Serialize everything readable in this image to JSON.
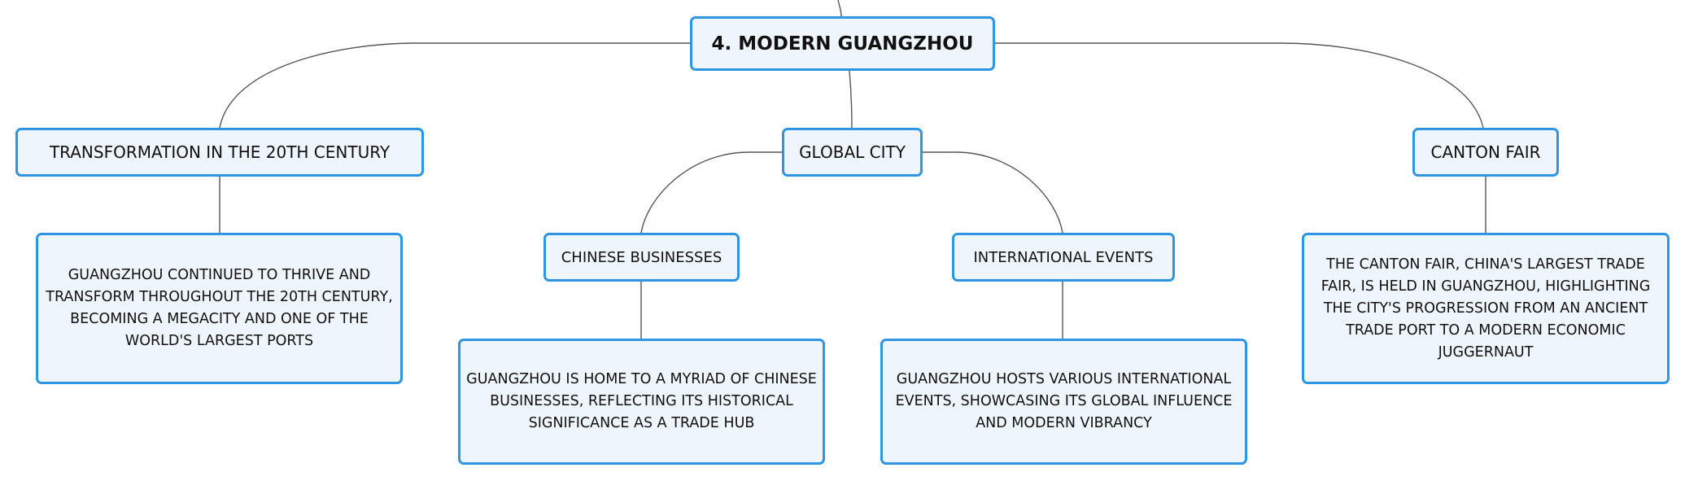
{
  "diagram": {
    "root": {
      "label": "4. MODERN GUANGZHOU"
    },
    "branches": [
      {
        "id": "transformation",
        "label": "TRANSFORMATION IN THE 20TH CENTURY",
        "description": "GUANGZHOU CONTINUED TO THRIVE AND TRANSFORM THROUGHOUT THE 20TH CENTURY, BECOMING A MEGACITY AND ONE OF THE WORLD'S LARGEST PORTS"
      },
      {
        "id": "global-city",
        "label": "GLOBAL CITY",
        "children": [
          {
            "id": "chinese-businesses",
            "label": "CHINESE BUSINESSES",
            "description": "GUANGZHOU IS HOME TO A MYRIAD OF CHINESE BUSINESSES, REFLECTING ITS HISTORICAL SIGNIFICANCE AS A TRADE HUB"
          },
          {
            "id": "international-events",
            "label": "INTERNATIONAL EVENTS",
            "description": "GUANGZHOU HOSTS VARIOUS INTERNATIONAL EVENTS, SHOWCASING ITS GLOBAL INFLUENCE AND MODERN VIBRANCY"
          }
        ]
      },
      {
        "id": "canton-fair",
        "label": "CANTON FAIR",
        "description": "THE CANTON FAIR, CHINA'S LARGEST TRADE FAIR, IS HELD IN GUANGZHOU, HIGHLIGHTING THE CITY'S PROGRESSION FROM AN ANCIENT TRADE PORT TO A MODERN ECONOMIC JUGGERNAUT"
      }
    ]
  },
  "colors": {
    "node_border": "#2f95e0",
    "node_fill": "#eef5fc",
    "connector": "#555555",
    "text": "#111111"
  }
}
